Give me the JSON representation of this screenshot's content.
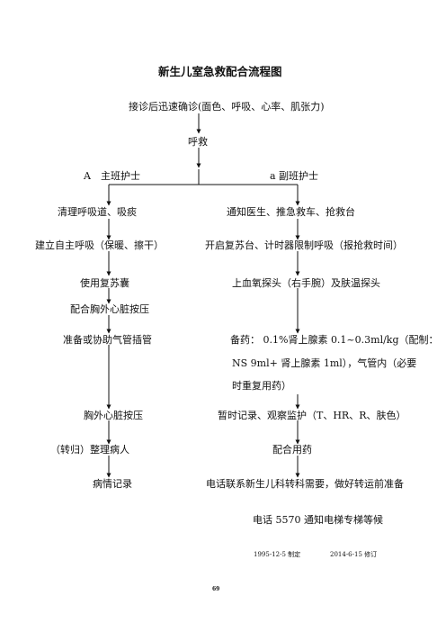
{
  "document": {
    "title": "新生儿室急救配合流程图",
    "step_arrival": "接诊后迅速确诊(面色、呼吸、心率、肌张力)",
    "step_call": "呼救",
    "left": {
      "header": "A　主班护士",
      "items": [
        "清理呼吸道、吸痰",
        "建立自主呼吸（保暖、擦干）",
        "使用复苏囊",
        "配合胸外心脏按压",
        "准备或协助气管插管",
        "胸外心脏按压",
        "（转归）整理病人",
        "病情记录"
      ]
    },
    "right": {
      "header": "a 副班护士",
      "items": [
        "通知医生、推急救车、抢救台",
        "开启复苏台、计时器限制呼吸（报抢救时间）",
        "上血氧探头（右手腕）及肤温探头",
        "备药：  0.1%肾上腺素 0.1~0.3ml/kg（配制：",
        "NS 9ml+ 肾上腺素 1ml），气管内（必要",
        "时重复用药）",
        "暂时记录、观察监护（T、HR、R、肤色）",
        "配合用药",
        "电话联系新生儿科转科需要，做好转运前准备"
      ]
    },
    "footer_note": "电话 5570 通知电梯专梯等候",
    "dates": {
      "made": "1995-12-5 制定",
      "revised": "2014-6-15 修订"
    },
    "page_number": "69"
  }
}
